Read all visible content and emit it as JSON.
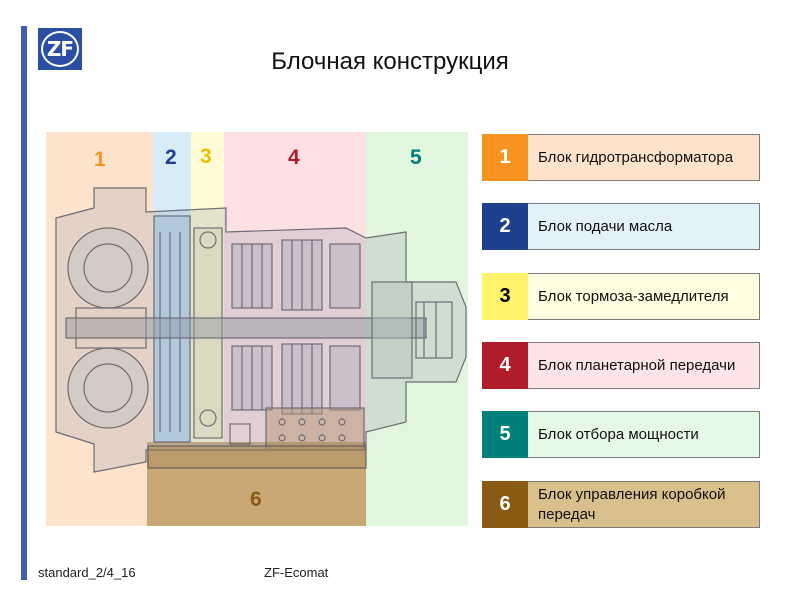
{
  "title": "Блочная конструкция",
  "footer": {
    "left": "standard_2/4_16",
    "center": "ZF-Ecomat"
  },
  "logo_text": "ZF",
  "diagram_labels": [
    "1",
    "2",
    "3",
    "4",
    "5",
    "6"
  ],
  "legend": [
    {
      "number": "1",
      "label": "Блок гидротрансформатора",
      "num_bg": "#f7931e",
      "num_color": "#ffffff",
      "text_bg": "#fde3cc"
    },
    {
      "number": "2",
      "label": "Блок подачи масла",
      "num_bg": "#1f3f8f",
      "num_color": "#ffffff",
      "text_bg": "#e3f1fb"
    },
    {
      "number": "3",
      "label": "Блок тормоза-замедлителя",
      "num_bg": "#fff36b",
      "num_color": "#000000",
      "text_bg": "#fffee0"
    },
    {
      "number": "4",
      "label": "Блок планетарной передачи",
      "num_bg": "#b01c2a",
      "num_color": "#ffffff",
      "text_bg": "#fde4e6"
    },
    {
      "number": "5",
      "label": "Блок отбора мощности",
      "num_bg": "#00807b",
      "num_color": "#ffffff",
      "text_bg": "#e6f8e6"
    },
    {
      "number": "6",
      "label": "Блок управления коробкой передач",
      "num_bg": "#8a5a12",
      "num_color": "#ffffff",
      "text_bg": "#d9bf8c"
    }
  ],
  "colors": {
    "accent": "#3a5fb0",
    "band1": "#fde3cc",
    "band2": "#d8ecf8",
    "band3": "#fffad6",
    "band4": "#fde0e4",
    "band5": "#e2f6df",
    "band6": "#c9a876",
    "label1": "#f7931e",
    "label2": "#1f3f8f",
    "label3": "#e6c200",
    "label4": "#b01c2a",
    "label5": "#00807b",
    "label6": "#8a5a12"
  }
}
